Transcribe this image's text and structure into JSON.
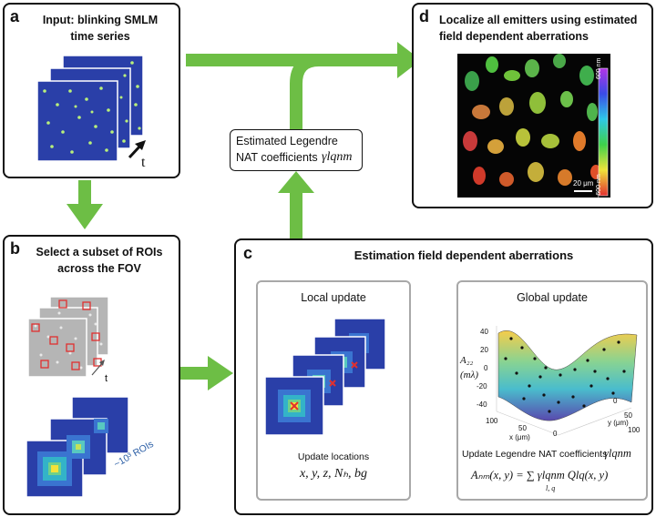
{
  "panel_a": {
    "letter": "a",
    "title_line1": "Input: blinking SMLM",
    "title_line2": "time series",
    "time_label": "t"
  },
  "panel_b": {
    "letter": "b",
    "title_line1": "Select a subset of ROIs",
    "title_line2": "across the FOV",
    "time_label": "t",
    "roi_count": "~10³ ROIs"
  },
  "panel_c": {
    "letter": "c",
    "title": "Estimation field dependent aberrations",
    "local": {
      "title": "Local update",
      "caption": "Update locations",
      "params": "x, y, z, Nₕ, bg"
    },
    "global": {
      "title": "Global update",
      "zlabel_line1": "A₂₂",
      "zlabel_line2": "(mλ)",
      "ticks_z": [
        "40",
        "20",
        "0",
        "-20",
        "-40"
      ],
      "ticks_x": [
        "100",
        "50",
        "0"
      ],
      "ticks_y": [
        "0",
        "50",
        "100"
      ],
      "xlabel": "x (μm)",
      "ylabel": "y (μm)",
      "caption": "Update Legendre NAT coefficients",
      "caption_symbol": "γlqnm",
      "equation": "Aₙₘ(x, y) = ∑ γlqnm Qlq(x, y)",
      "sum_index": "l, q"
    }
  },
  "panel_d": {
    "letter": "d",
    "title_line1": "Localize all emitters using estimated",
    "title_line2": "field dependent aberrations",
    "colorbar_top": "600 nm",
    "colorbar_bottom": "-600 nm",
    "scalebar": "20 μm"
  },
  "estimated_box": {
    "line1": "Estimated Legendre",
    "line2": "NAT coefficients",
    "symbol": "γlqnm"
  },
  "colors": {
    "arrow_green": "#6dbe45",
    "arrow_blue": "#74c1e3",
    "frame_blue": "#2a3fa8",
    "roi_red": "#e0302f"
  }
}
